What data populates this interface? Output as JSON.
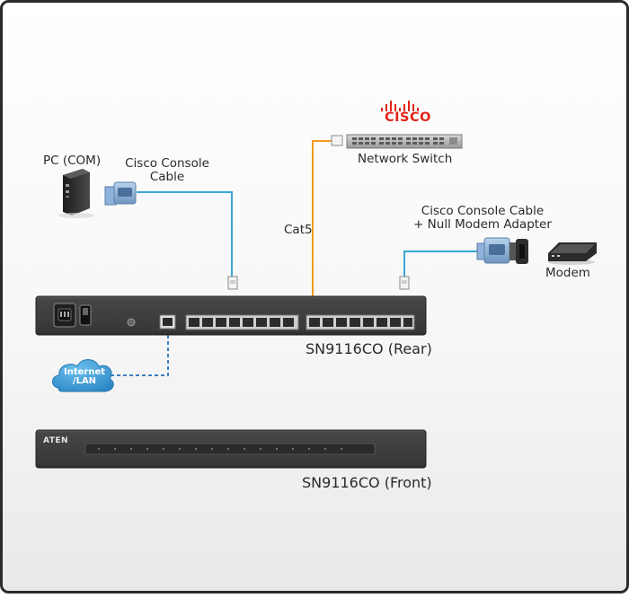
{
  "labels": {
    "pc": "PC (COM)",
    "console_cable_line1": "Cisco Console",
    "console_cable_line2": "Cable",
    "brand": "CISCO",
    "network_switch": "Network Switch",
    "cat5": "Cat5",
    "null_modem_line1": "Cisco Console Cable",
    "null_modem_line2": "+ Null Modem Adapter",
    "modem": "Modem",
    "rear": "SN9116CO (Rear)",
    "internet_line1": "Internet",
    "internet_line2": "/LAN",
    "front_logo": "ATEN",
    "front": "SN9116CO (Front)"
  },
  "colors": {
    "console_cable": "#3aa6d8",
    "cat5_cable": "#f39a1e",
    "lan_dashed": "#3a7fc1",
    "cloud": "#3d9fd6",
    "brand": "#e2231a",
    "device_body": "#3b3b3b"
  },
  "icons": [
    "pc-tower-icon",
    "db9-connector-icon",
    "rj45-plug-icon",
    "network-switch-icon",
    "null-modem-adapter-icon",
    "modem-icon",
    "cloud-icon",
    "power-inlet-icon",
    "power-switch-icon",
    "ethernet-port-icon",
    "serial-port-icon"
  ]
}
